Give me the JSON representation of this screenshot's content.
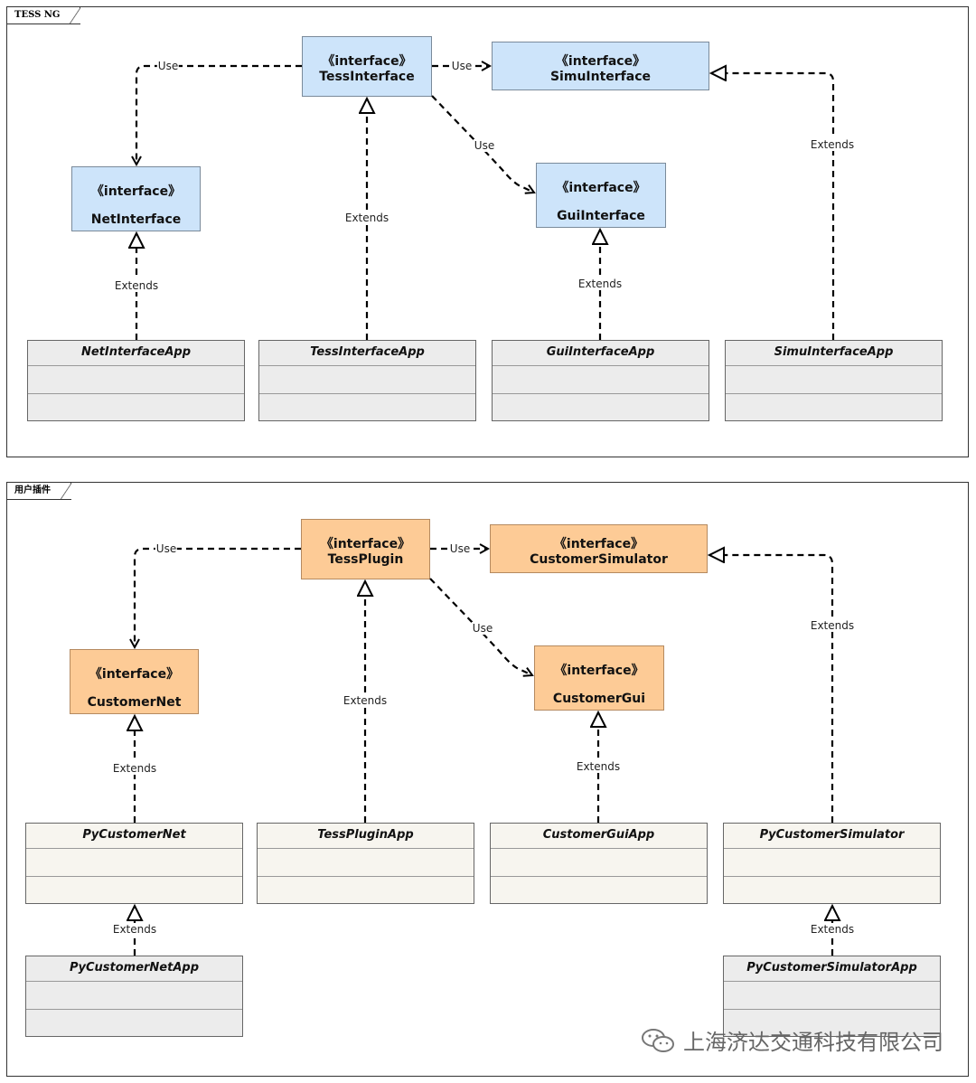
{
  "frames": [
    {
      "title": "TESS NG",
      "interfaces": {
        "main": {
          "stereo": "《interface》",
          "name": "TessInterface"
        },
        "simu": {
          "stereo": "《interface》",
          "name": "SimuInterface"
        },
        "net": {
          "stereo": "《interface》",
          "name": "NetInterface"
        },
        "gui": {
          "stereo": "《interface》",
          "name": "GuiInterface"
        }
      },
      "classes": [
        "NetInterfaceApp",
        "TessInterfaceApp",
        "GuiInterfaceApp",
        "SimuInterfaceApp"
      ]
    },
    {
      "title": "用户插件",
      "interfaces": {
        "main": {
          "stereo": "《interface》",
          "name": "TessPlugin"
        },
        "simu": {
          "stereo": "《interface》",
          "name": "CustomerSimulator"
        },
        "net": {
          "stereo": "《interface》",
          "name": "CustomerNet"
        },
        "gui": {
          "stereo": "《interface》",
          "name": "CustomerGui"
        }
      },
      "classes": [
        "PyCustomerNet",
        "TessPluginApp",
        "CustomerGuiApp",
        "PyCustomerSimulator"
      ],
      "extra_classes": [
        "PyCustomerNetApp",
        "PyCustomerSimulatorApp"
      ]
    }
  ],
  "edge_labels": {
    "use": "Use",
    "extends": "Extends"
  },
  "watermark": "上海济达交通科技有限公司",
  "colors": {
    "interface_blue": "#cde4fa",
    "interface_orange": "#fdcb96",
    "class_gray": "#ececec",
    "class_cream": "#f7f5ef"
  }
}
